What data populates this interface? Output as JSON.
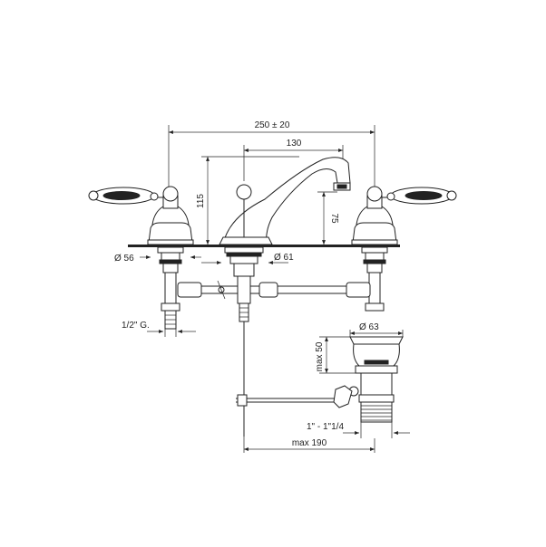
{
  "dimensions": {
    "overall_width": "250 ± 20",
    "spout_reach": "130",
    "height": "115",
    "spout_height": "75",
    "base_left": "Ø 56",
    "base_center": "Ø 61",
    "thread": "1/2\" G.",
    "waste": "Ø 63",
    "waste_height": "max 50",
    "waste_thread": "1\" - 1\"1/4",
    "rod_length": "max 190"
  }
}
